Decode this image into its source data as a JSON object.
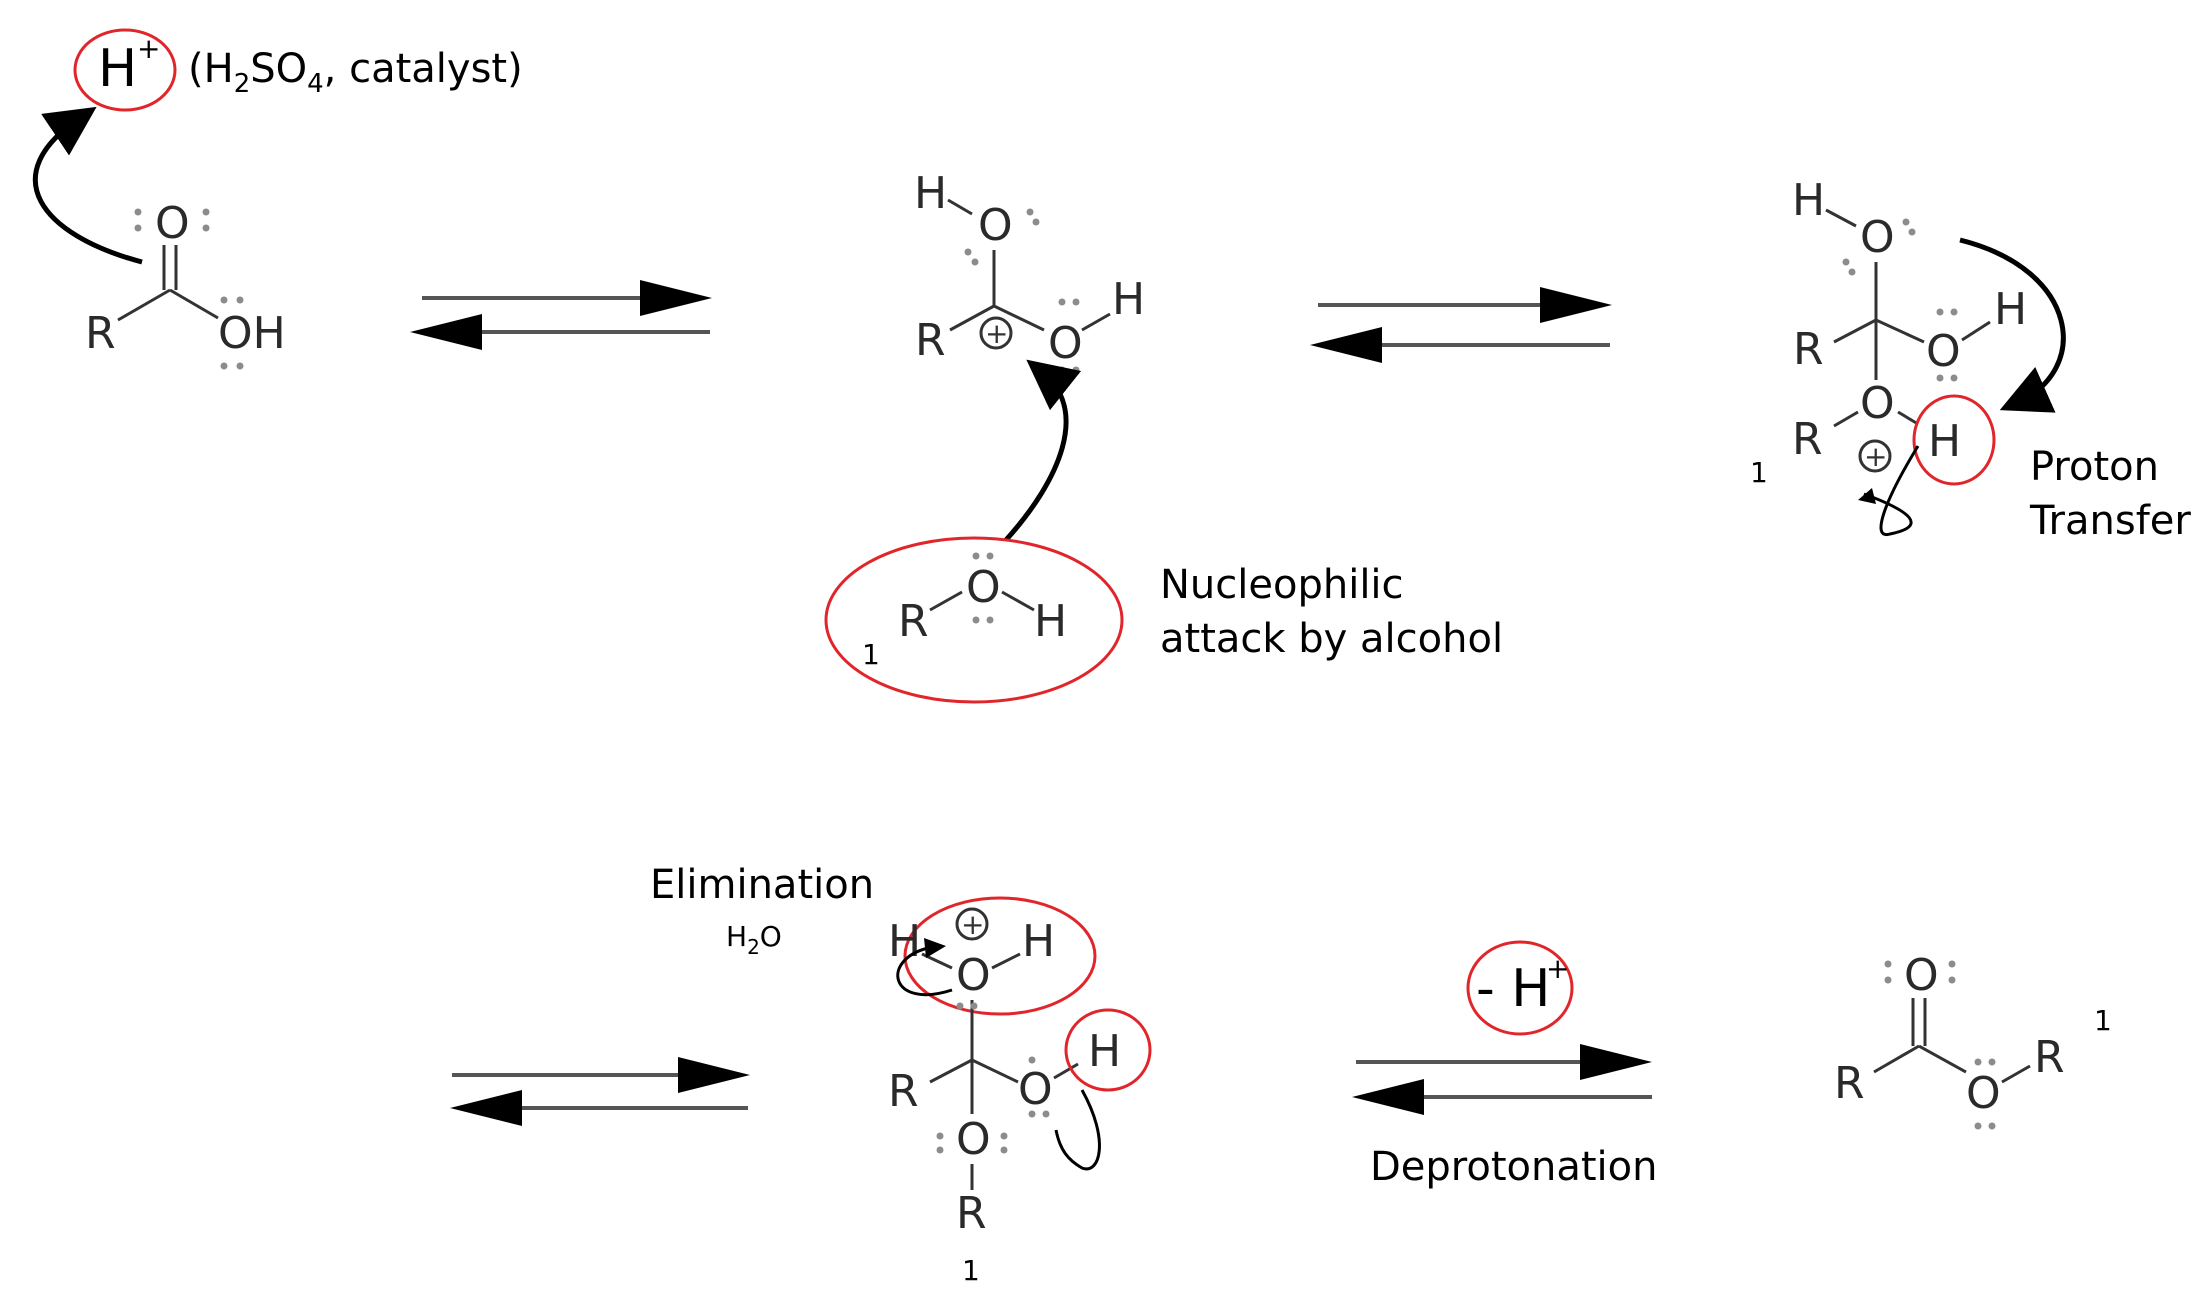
{
  "catalyst": {
    "proton": "H",
    "charge": "+",
    "open": "(H",
    "sub2": "2",
    "so": "SO",
    "sub4": "4",
    "tail": ", catalyst)"
  },
  "atoms": {
    "R": "R",
    "O": "O",
    "OH": "OH",
    "H": "H",
    "plus": "+",
    "one": "1"
  },
  "labels": {
    "nucleophilic_line1": "Nucleophilic",
    "nucleophilic_line2": "attack by alcohol",
    "proton_line1": "Proton",
    "proton_line2": "Transfer",
    "elimination_line1": "Elimination",
    "elimination_h": "H",
    "elimination_sub": "2",
    "elimination_o": "O",
    "deprotonation": "Deprotonation",
    "minus_h": "- H",
    "minus_h_charge": "+"
  },
  "colors": {
    "highlight": "#e0262b",
    "bond": "#333333",
    "arrow": "#000000",
    "lone_pair": "#8c8c8c"
  }
}
